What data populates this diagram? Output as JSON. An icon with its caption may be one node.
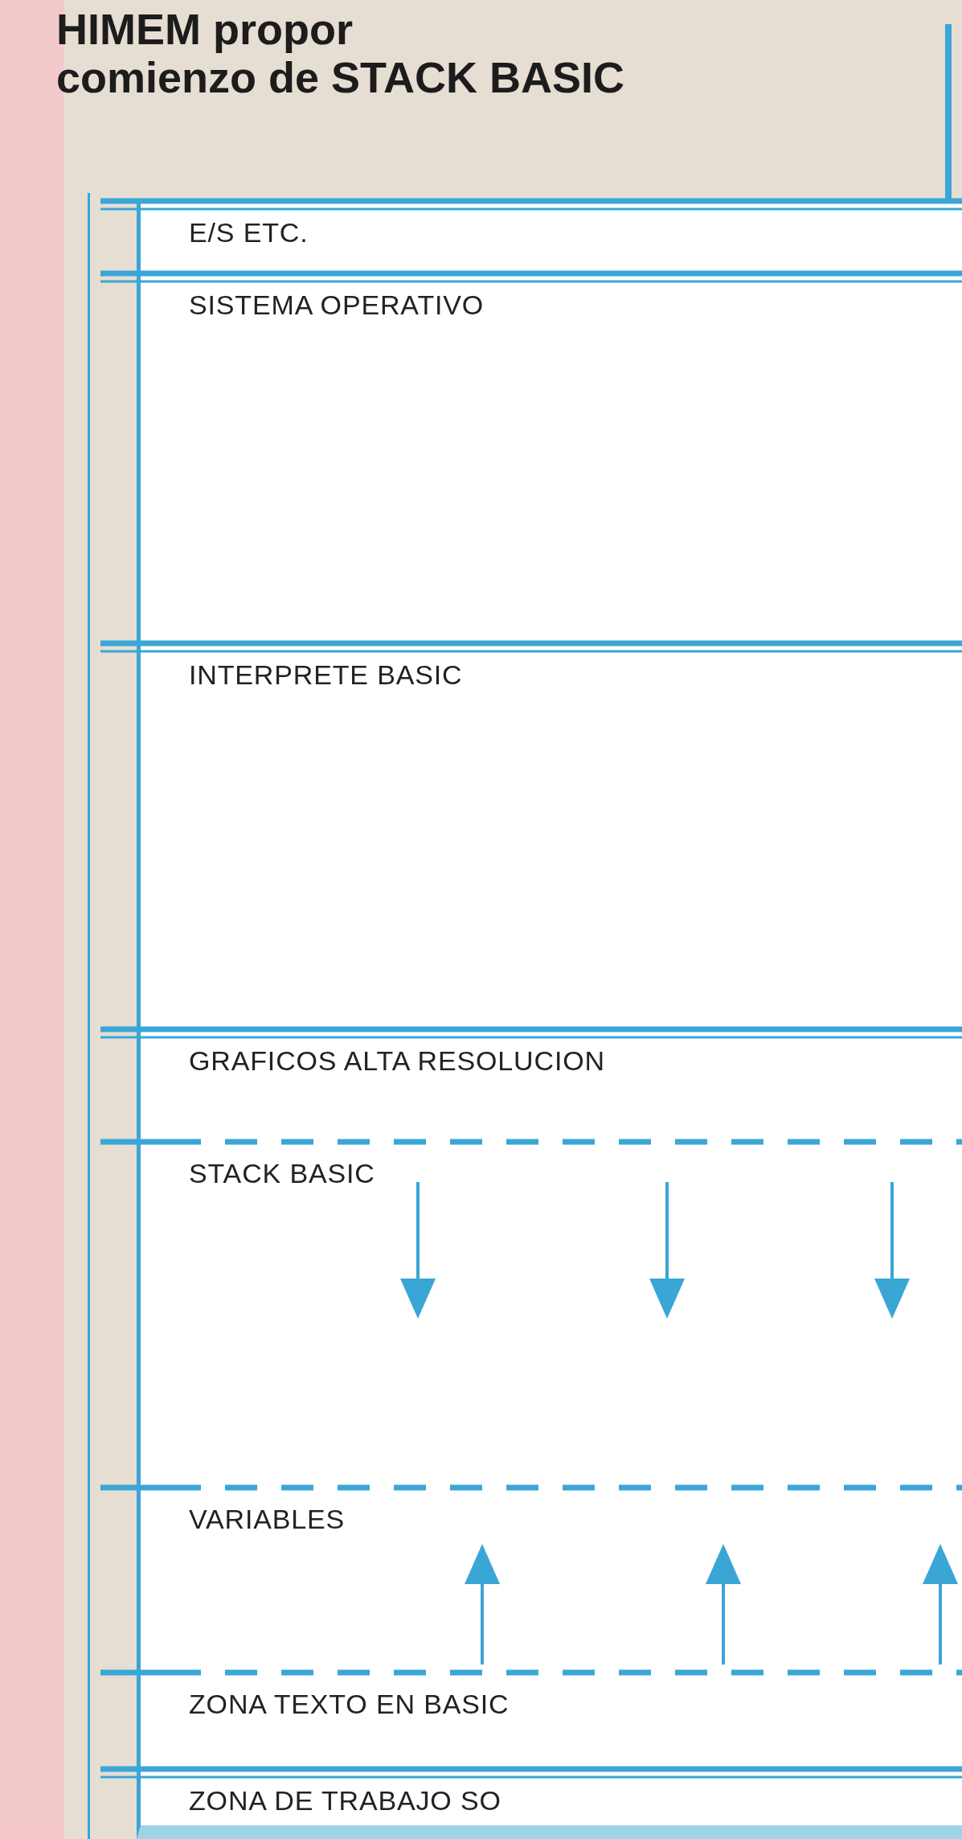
{
  "diagram": {
    "nodes": [
      {
        "text": [
          "E/S ETC."
        ]
      },
      {
        "text": [
          "SISTEMA OPERATIVO"
        ]
      },
      {
        "text": [
          "INTERPRETE BASIC"
        ]
      },
      {
        "text": [
          "GRAFICOS ALTA RESOLUCION"
        ]
      },
      {
        "text": [
          "STACK BASIC"
        ]
      },
      {
        "text": [
          "VARIABLES"
        ]
      },
      {
        "text": [
          "ZONA TEXTO EN BASIC"
        ]
      },
      {
        "text": [
          "ZONA DE TRABAJO SO"
        ]
      }
    ],
    "labels": [
      "HIMEM propor",
      "comienzo de STACK BASIC"
    ]
  }
}
